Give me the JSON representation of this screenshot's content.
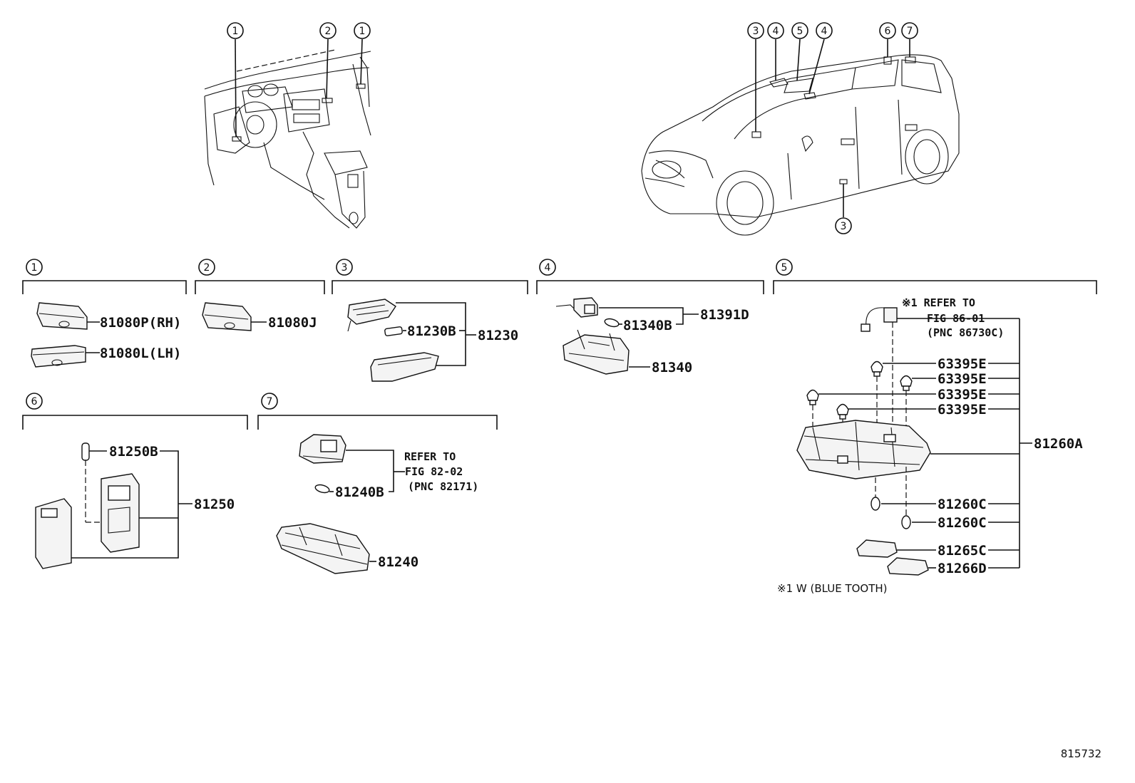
{
  "callout_labels": [
    "1",
    "2",
    "3",
    "4",
    "5",
    "6",
    "7"
  ],
  "parts": {
    "p81080P": "81080P(RH)",
    "p81080L": "81080L(LH)",
    "p81080J": "81080J",
    "p81230B": "81230B",
    "p81230": "81230",
    "p81340B": "81340B",
    "p81391D": "81391D",
    "p81340": "81340",
    "p81250B": "81250B",
    "p81250": "81250",
    "p81240B": "81240B",
    "p81240": "81240",
    "p63395E": "63395E",
    "p81260A": "81260A",
    "p81260C": "81260C",
    "p81265C": "81265C",
    "p81266D": "81266D"
  },
  "notes": {
    "refer_to": "REFER TO",
    "fig_82_02": "FIG 82-02",
    "pnc_82171": "(PNC 82171)",
    "star1_refer_to": "※1 REFER TO",
    "fig_86_01": "FIG 86-01",
    "pnc_86730c": "(PNC 86730C)",
    "star1_footnote": "※1 W (BLUE TOOTH)"
  },
  "figure_id": "815732"
}
